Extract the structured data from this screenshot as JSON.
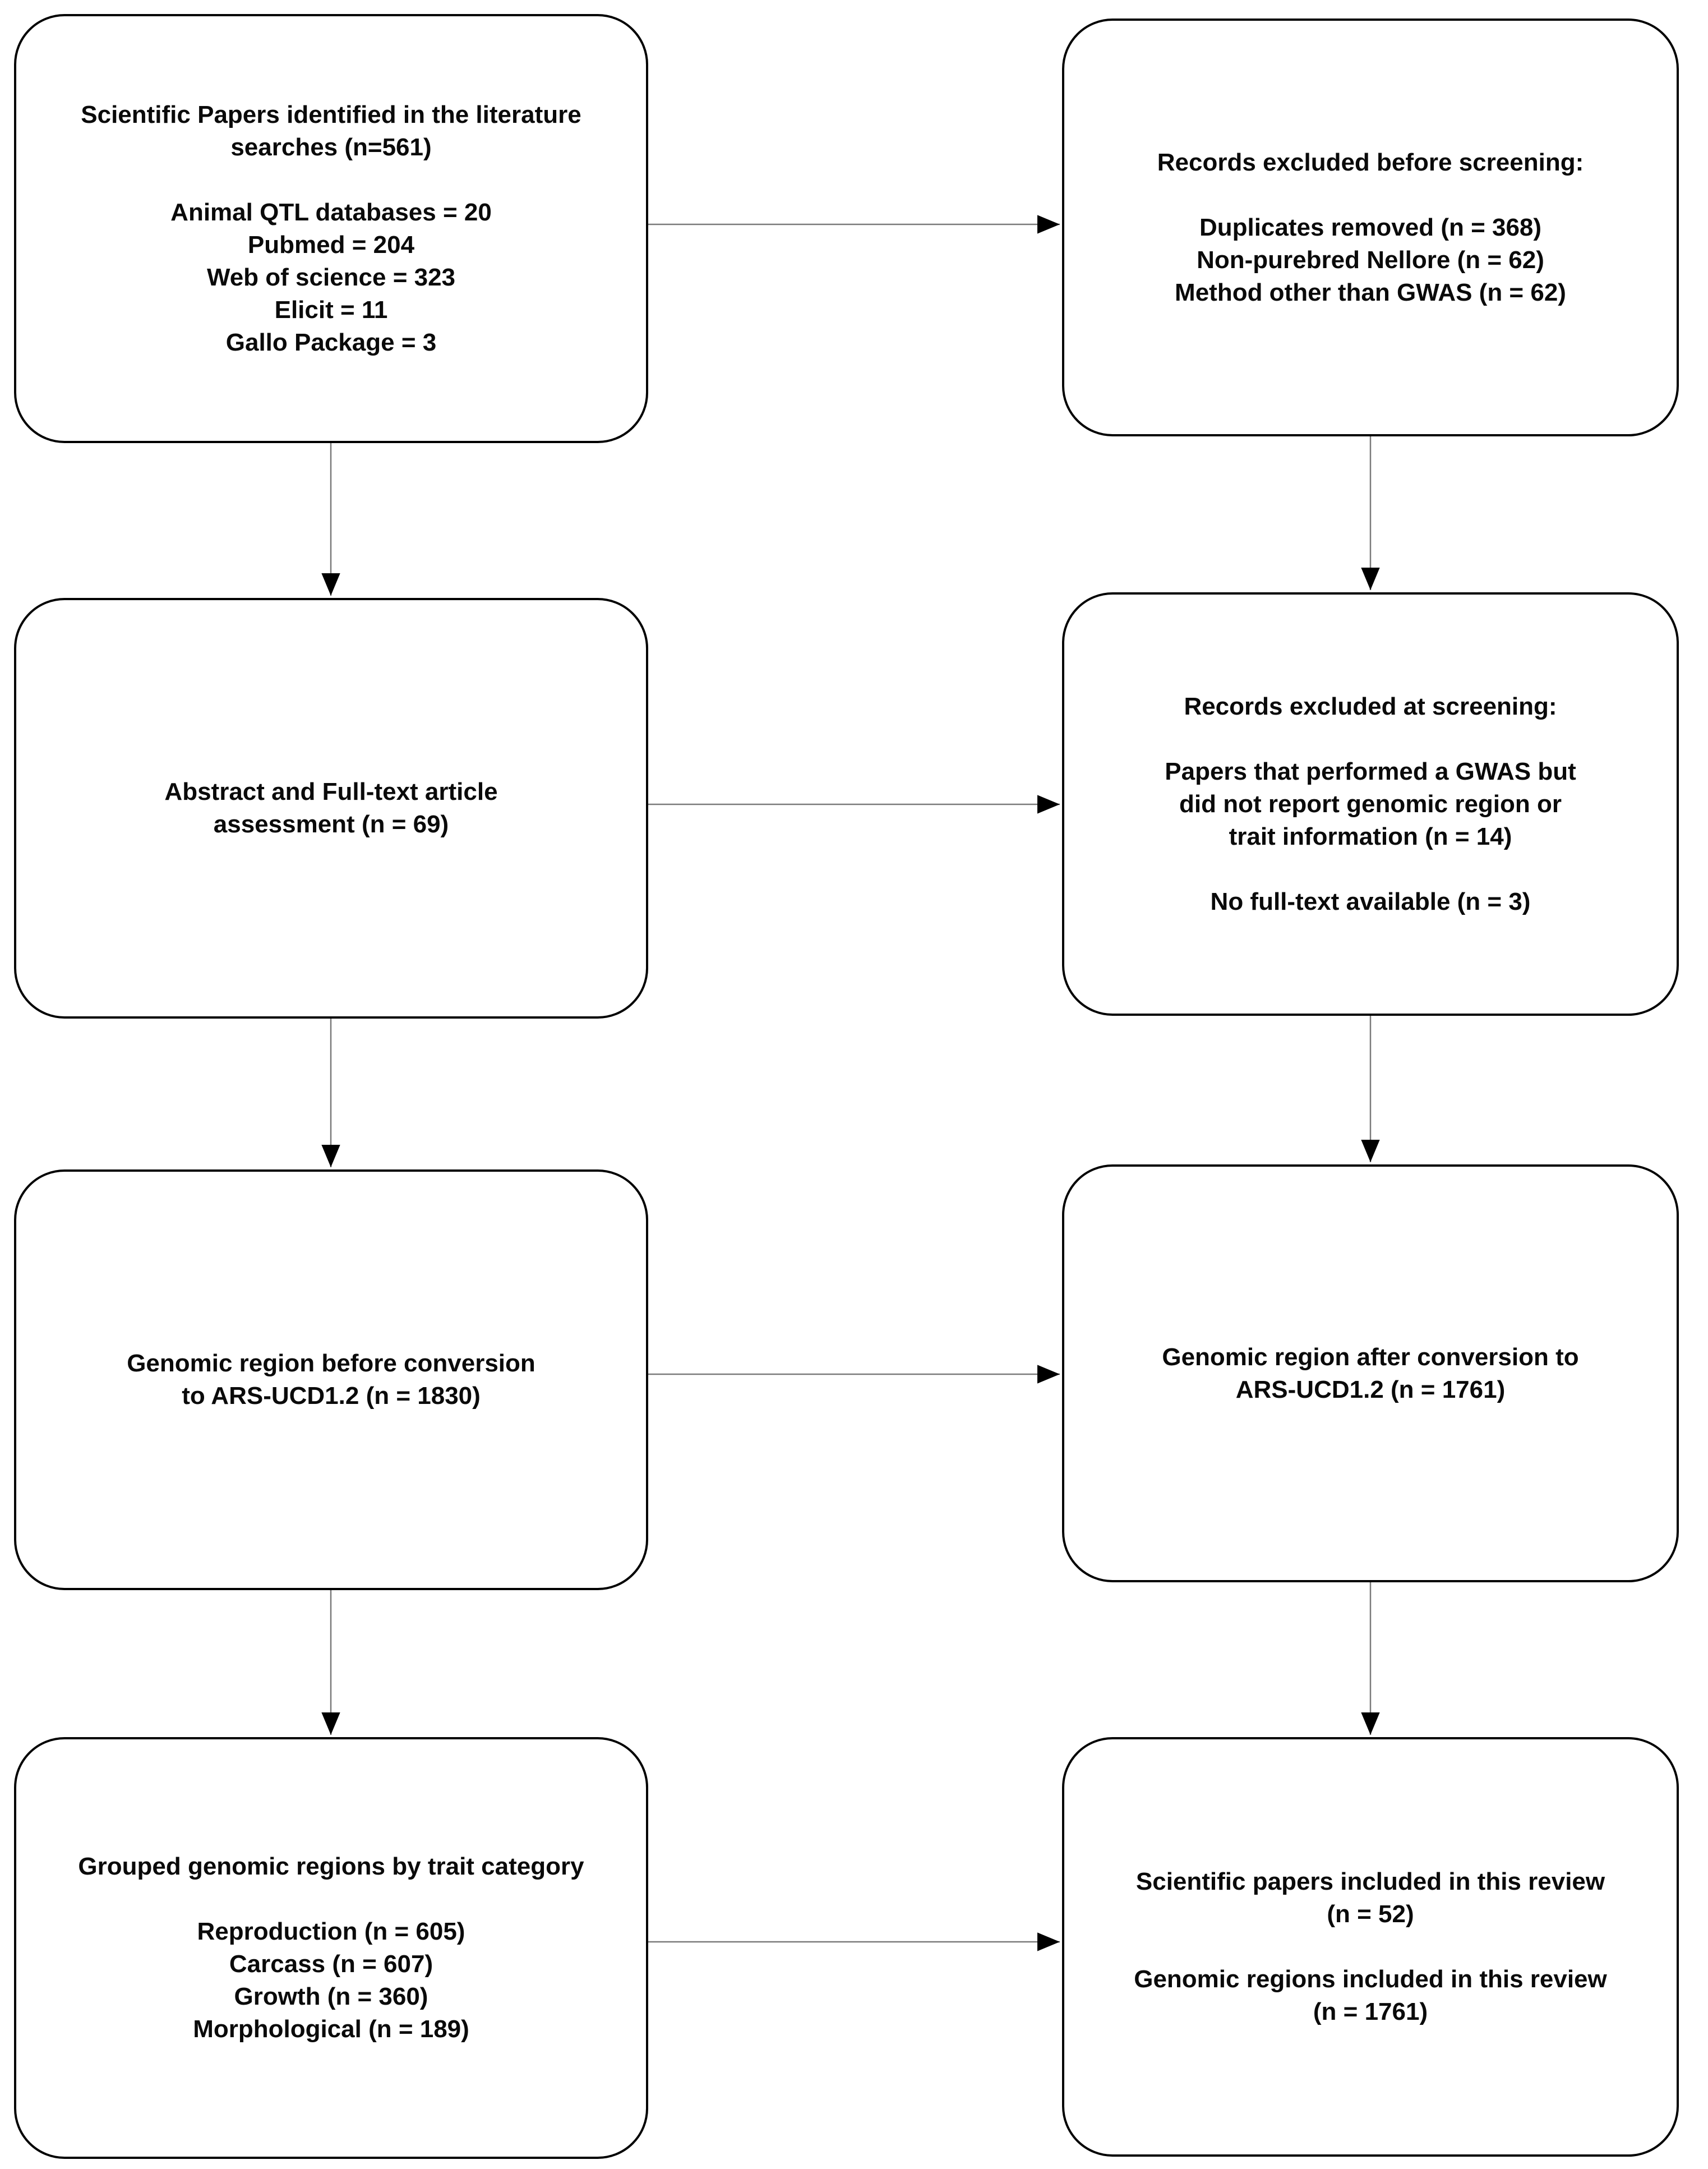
{
  "colors": {
    "box_border": "#000000",
    "connector": "#7a7a7a",
    "arrowhead": "#000000",
    "text": "#0a0a0a"
  },
  "boxes": {
    "identification": {
      "title_lines": [
        "Scientific Papers identified in the literature",
        "searches (n=561)"
      ],
      "items": [
        "Animal QTL databases = 20",
        "Pubmed = 204",
        "Web of science = 323",
        "Elicit = 11",
        "Gallo Package = 3"
      ]
    },
    "excluded_before": {
      "title": "Records excluded before screening:",
      "items": [
        "Duplicates removed (n = 368)",
        "Non-purebred Nellore (n = 62)",
        "Method other than GWAS (n = 62)"
      ]
    },
    "assessment": {
      "title_lines": [
        "Abstract and Full-text article",
        "assessment (n = 69)"
      ]
    },
    "excluded_screening": {
      "title": "Records excluded at screening:",
      "paragraph_lines": [
        "Papers that performed a GWAS but",
        "did not report genomic region or",
        "trait information (n = 14)"
      ],
      "note": "No full-text available (n = 3)"
    },
    "before_conversion": {
      "title_lines": [
        "Genomic region before conversion",
        "to ARS-UCD1.2 (n = 1830)"
      ]
    },
    "after_conversion": {
      "title_lines": [
        "Genomic region after conversion to",
        "ARS-UCD1.2 (n = 1761)"
      ]
    },
    "grouped": {
      "title": "Grouped genomic regions by trait category",
      "items": [
        "Reproduction (n = 605)",
        "Carcass (n = 607)",
        "Growth (n = 360)",
        "Morphological (n = 189)"
      ]
    },
    "included": {
      "papers_lines": [
        "Scientific papers included in this review",
        "(n = 52)"
      ],
      "regions_lines": [
        "Genomic regions included in this review",
        "(n = 1761)"
      ]
    }
  }
}
